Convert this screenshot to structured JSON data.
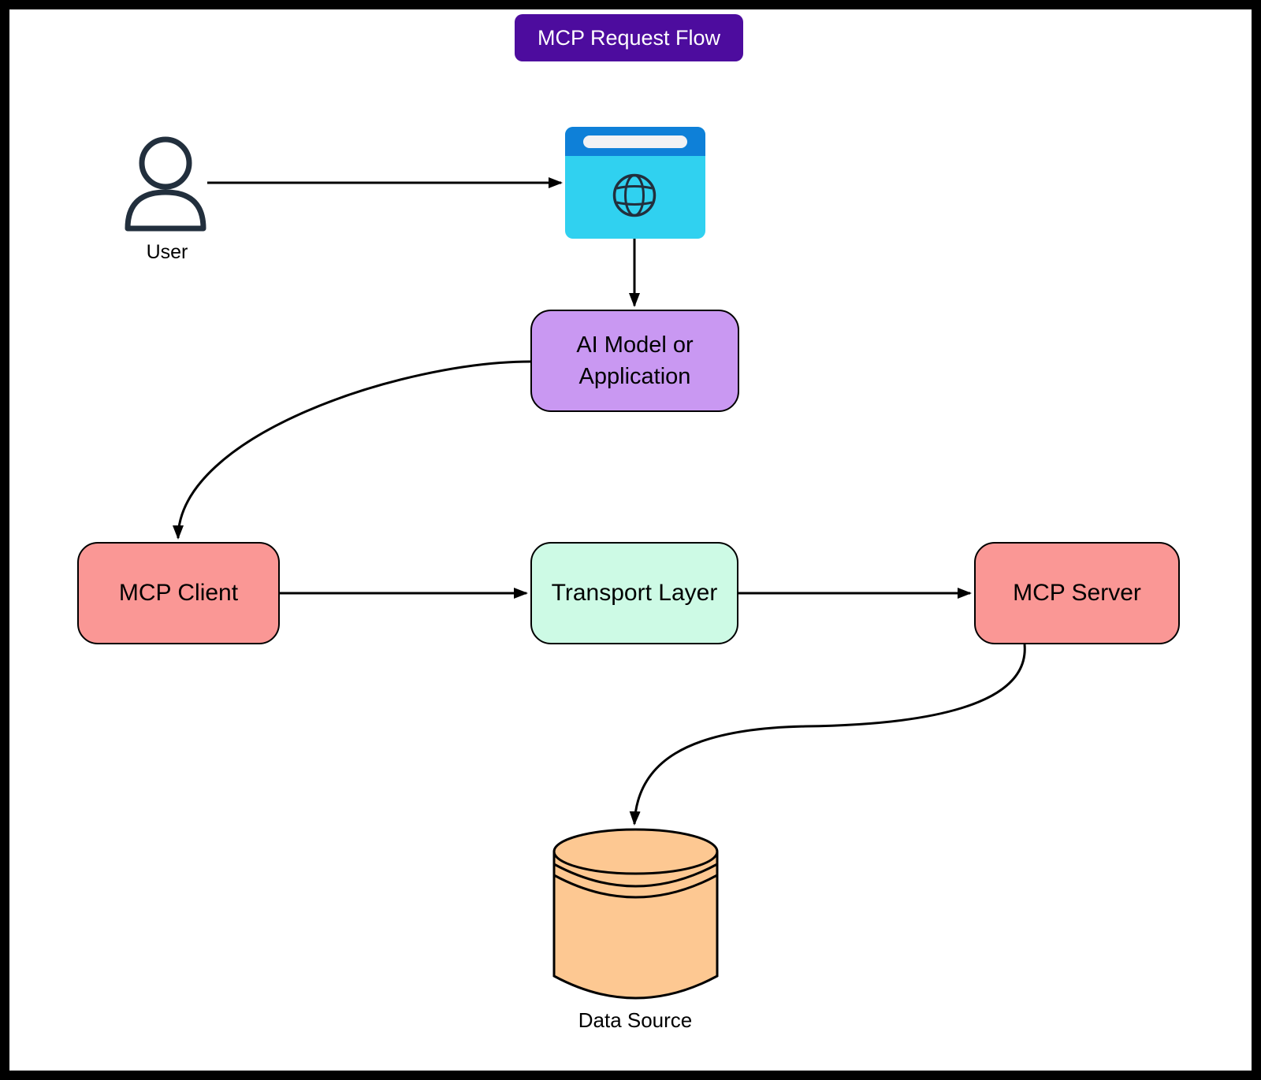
{
  "title": {
    "label": "MCP Request Flow"
  },
  "nodes": {
    "user": {
      "label": "User",
      "icon": "person-outline-icon"
    },
    "browser": {
      "icon": "browser-window-globe-icon"
    },
    "ai_model": {
      "label": "AI Model or\nApplication"
    },
    "mcp_client": {
      "label": "MCP Client"
    },
    "transport_layer": {
      "label": "Transport Layer"
    },
    "mcp_server": {
      "label": "MCP Server"
    },
    "data_source": {
      "label": "Data Source",
      "icon": "database-cylinder-icon"
    }
  },
  "edges": [
    {
      "from": "user",
      "to": "browser",
      "style": "straight-arrow"
    },
    {
      "from": "browser",
      "to": "ai_model",
      "style": "straight-arrow"
    },
    {
      "from": "ai_model",
      "to": "mcp_client",
      "style": "curved-arrow"
    },
    {
      "from": "mcp_client",
      "to": "transport_layer",
      "style": "straight-arrow"
    },
    {
      "from": "transport_layer",
      "to": "mcp_server",
      "style": "straight-arrow"
    },
    {
      "from": "mcp_server",
      "to": "data_source",
      "style": "s-curve-arrow"
    }
  ],
  "colors": {
    "frame": "#000000",
    "canvas-bg": "#ffffff",
    "title-bg": "#4d0c9e",
    "title-text": "#ffffff",
    "node-border": "#000000",
    "connector": "#000000",
    "label-text": "#000000",
    "ai-fill": "#c998f2",
    "client-fill": "#fa9795",
    "server-fill": "#fa9795",
    "transport-fill": "#cdfae5",
    "datasource-fill": "#fdc892",
    "browser-topbar": "#0e80d8",
    "browser-body": "#30d1f0",
    "browser-addressbar": "#f1f2f4",
    "icon-stroke": "#222f3d"
  }
}
